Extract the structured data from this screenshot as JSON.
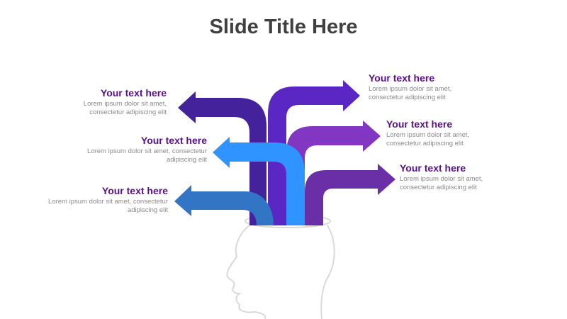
{
  "slide": {
    "title": "Slide Title Here"
  },
  "callouts": {
    "left_top": {
      "heading": "Your text here",
      "body_line1": "Lorem ipsum dolor sit amet,",
      "body_line2": "consectetur adipiscing elit",
      "color": "#44229c"
    },
    "left_middle": {
      "heading": "Your text here",
      "body_line1": "Lorem ipsum dolor sit amet, consectetur",
      "body_line2": "adipiscing elit",
      "color": "#2f94ff"
    },
    "left_bottom": {
      "heading": "Your text here",
      "body_line1": "Lorem ipsum dolor sit amet, consectetur",
      "body_line2": "adipiscing elit",
      "color": "#3275c4"
    },
    "right_top": {
      "heading": "Your text here",
      "body_line1": "Lorem ipsum dolor sit amet,",
      "body_line2": "consectetur adipiscing elit",
      "color": "#5b27c4"
    },
    "right_middle": {
      "heading": "Your text here",
      "body_line1": "Lorem ipsum dolor sit amet,",
      "body_line2": "consectetur adipiscing elit",
      "color": "#8336c1"
    },
    "right_bottom": {
      "heading": "Your text here",
      "body_line1": "Lorem ipsum dolor sit amet,",
      "body_line2": "consectetur adipiscing elit",
      "color": "#6a2fa6"
    }
  },
  "theme": {
    "heading_color": "#5b0f8f",
    "body_text_color": "#8a8a8a",
    "title_color": "#404040",
    "head_outline_color": "#d9d9d9"
  }
}
